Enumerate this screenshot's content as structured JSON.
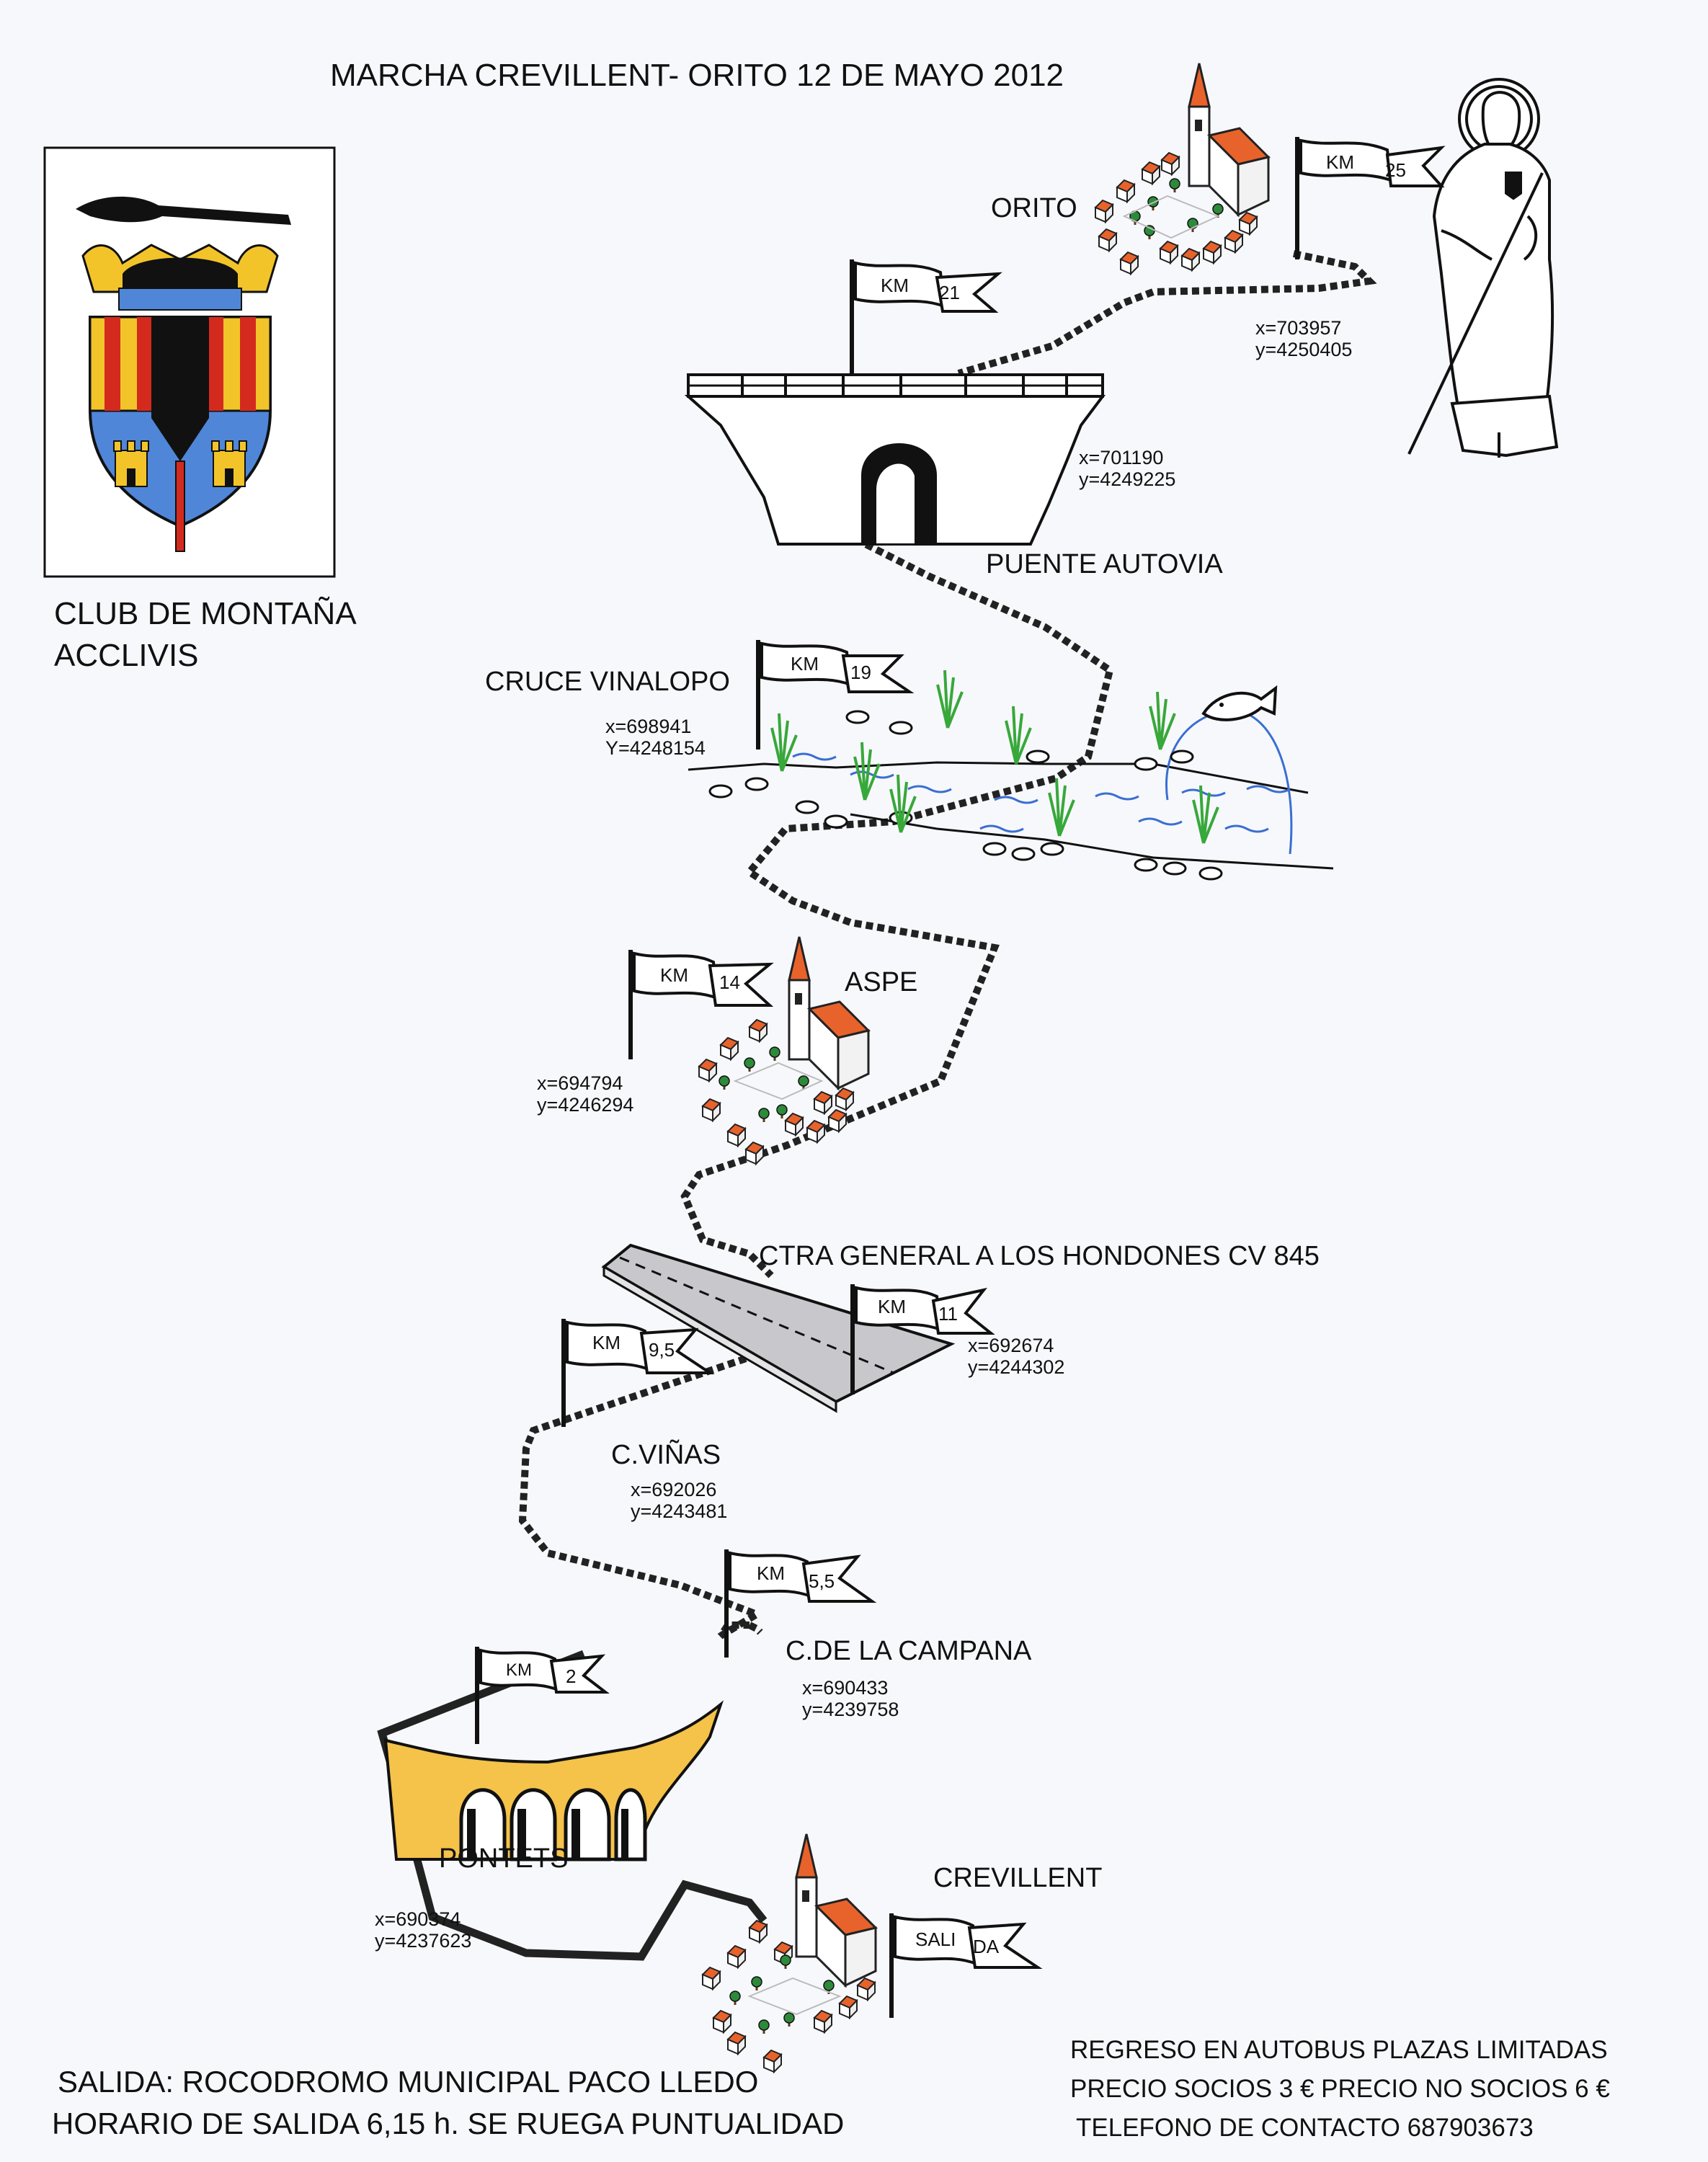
{
  "title": "MARCHA CREVILLENT- ORITO  12 DE MAYO 2012",
  "club": {
    "name_line1": "CLUB DE MONTAÑA",
    "name_line2": "ACCLIVIS"
  },
  "places": {
    "orito": "ORITO",
    "puente": "PUENTE AUTOVIA",
    "cruce": "CRUCE VINALOPO",
    "aspe": "ASPE",
    "ctra": "CTRA GENERAL A LOS HONDONES CV 845",
    "vinas": "C.VIÑAS",
    "campana": "C.DE LA CAMPANA",
    "pontets": "PONTETS",
    "crevillent": "CREVILLENT"
  },
  "coords": {
    "orito": {
      "x": "x=703957",
      "y": "y=4250405"
    },
    "puente": {
      "x": "x=701190",
      "y": "y=4249225"
    },
    "cruce": {
      "x": "x=698941",
      "y": "Y=4248154"
    },
    "aspe": {
      "x": "x=694794",
      "y": "y=4246294"
    },
    "ctra": {
      "x": "x=692674",
      "y": "y=4244302"
    },
    "vinas": {
      "x": "x=692026",
      "y": "y=4243481"
    },
    "campana": {
      "x": "x=690433",
      "y": "y=4239758"
    },
    "pontets": {
      "x": "x=690374",
      "y": "y=4237623"
    }
  },
  "flags": {
    "km_label": "KM",
    "km25": "25",
    "km21": "21",
    "km19": "19",
    "km14": "14",
    "km11": "11",
    "km9_5": "9,5",
    "km5_5": "5,5",
    "km2": "2",
    "salida_a": "SALI",
    "salida_b": "DA"
  },
  "footer": {
    "salida": "SALIDA: ROCODROMO MUNICIPAL PACO LLEDO",
    "horario": "HORARIO DE SALIDA 6,15 h. SE RUEGA PUNTUALIDAD",
    "regreso": "REGRESO EN AUTOBUS PLAZAS LIMITADAS",
    "precio": "PRECIO SOCIOS 3  € PRECIO NO SOCIOS 6 €",
    "telefono": "TELEFONO DE CONTACTO 687903673"
  },
  "colors": {
    "route": "#222222",
    "roof": "#e8632c",
    "crest_blue": "#4f86d8",
    "crest_red": "#d42a1e",
    "crest_gold": "#f2c42a",
    "aqueduct": "#f5c24a",
    "road": "#c8c8cc",
    "water": "#3a6fd1",
    "reeds": "#38a83a"
  },
  "icons": {
    "crest": "club-crest-icon",
    "saint": "saint-figure-icon",
    "fish": "fish-icon",
    "church": "church-icon"
  }
}
